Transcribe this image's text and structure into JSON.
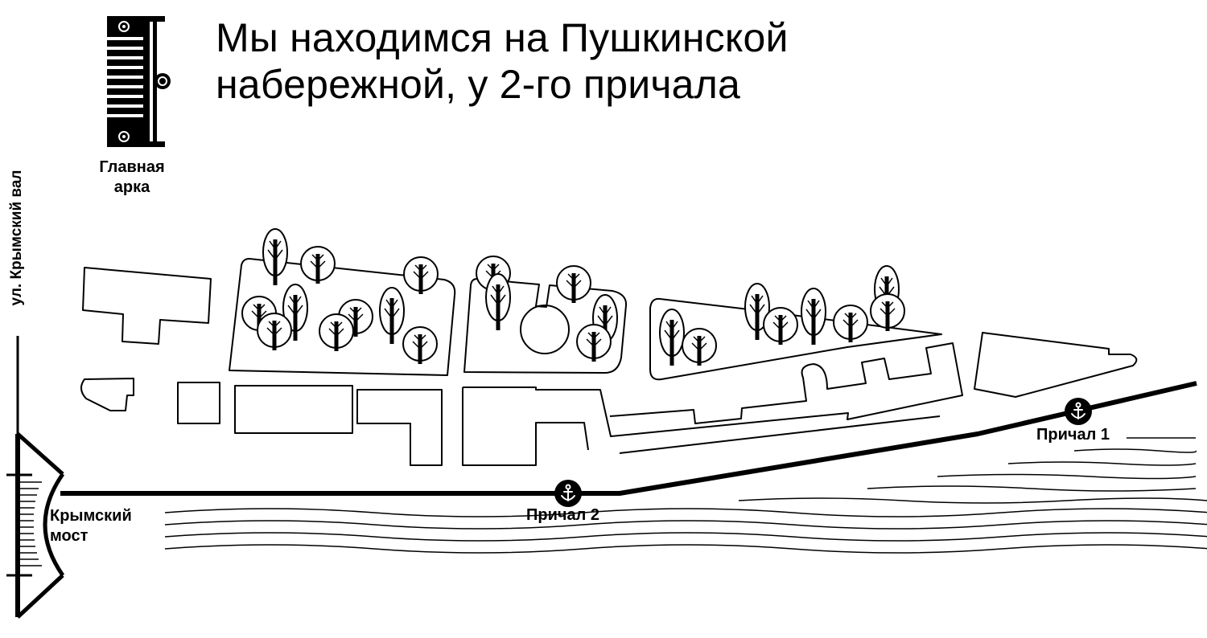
{
  "title": {
    "line1": "Мы находимся на Пушкинской",
    "line2": "набережной, у 2-го причала"
  },
  "labels": {
    "main_arch_line1": "Главная",
    "main_arch_line2": "арка",
    "street": "ул. Крымский вал",
    "bridge_line1": "Крымский",
    "bridge_line2": "мост",
    "pier2": "Причал 2",
    "pier1": "Причал 1"
  },
  "icons": {
    "pier": "anchor-icon",
    "arch": "main-arch-icon",
    "bridge": "bridge-icon",
    "tree": "tree-icon"
  },
  "colors": {
    "ink": "#000000",
    "background": "#ffffff"
  }
}
